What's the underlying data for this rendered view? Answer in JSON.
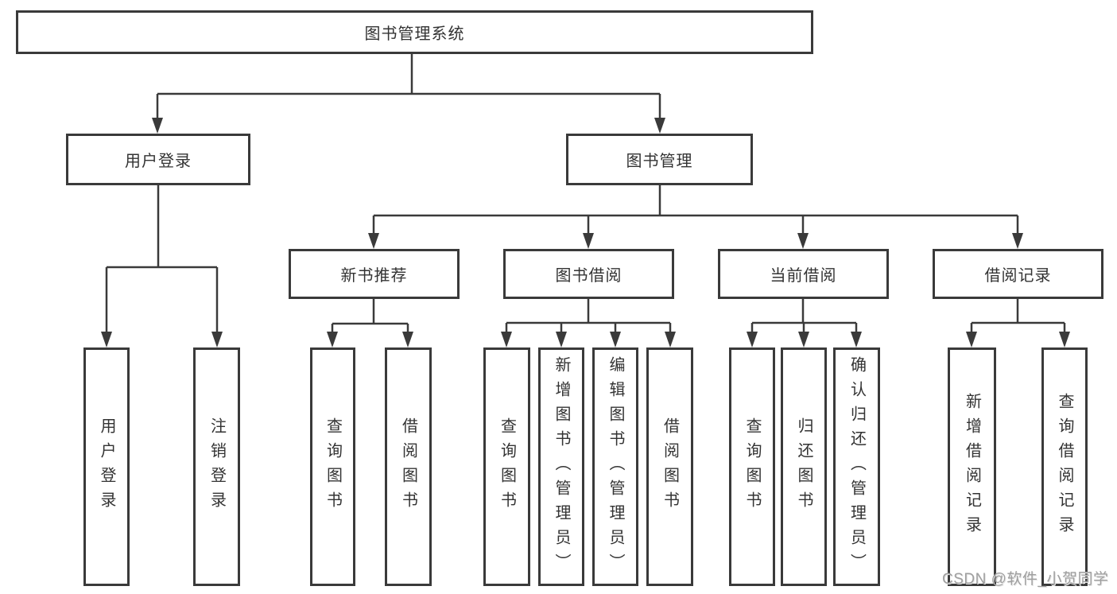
{
  "diagram": {
    "type": "hierarchy-tree",
    "colors": {
      "line": "#3a3a3a",
      "box_border": "#3a3a3a",
      "text": "#333333",
      "watermark": "#9f9f9f",
      "background": "#ffffff"
    },
    "watermark": "CSDN @软件_小贺同学",
    "tree": {
      "root": {
        "label": "图书管理系统",
        "children": [
          {
            "label": "用户登录",
            "children": [
              {
                "label": "用户登录"
              },
              {
                "label": "注销登录"
              }
            ]
          },
          {
            "label": "图书管理",
            "children": [
              {
                "label": "新书推荐",
                "children": [
                  {
                    "label": "查询图书"
                  },
                  {
                    "label": "借阅图书"
                  }
                ]
              },
              {
                "label": "图书借阅",
                "children": [
                  {
                    "label": "查询图书"
                  },
                  {
                    "label": "新增图书（管理员）"
                  },
                  {
                    "label": "编辑图书（管理员）"
                  },
                  {
                    "label": "借阅图书"
                  }
                ]
              },
              {
                "label": "当前借阅",
                "children": [
                  {
                    "label": "查询图书"
                  },
                  {
                    "label": "归还图书"
                  },
                  {
                    "label": "确认归还（管理员）"
                  }
                ]
              },
              {
                "label": "借阅记录",
                "children": [
                  {
                    "label": "新增借阅记录"
                  },
                  {
                    "label": "查询借阅记录"
                  }
                ]
              }
            ]
          }
        ]
      }
    }
  }
}
